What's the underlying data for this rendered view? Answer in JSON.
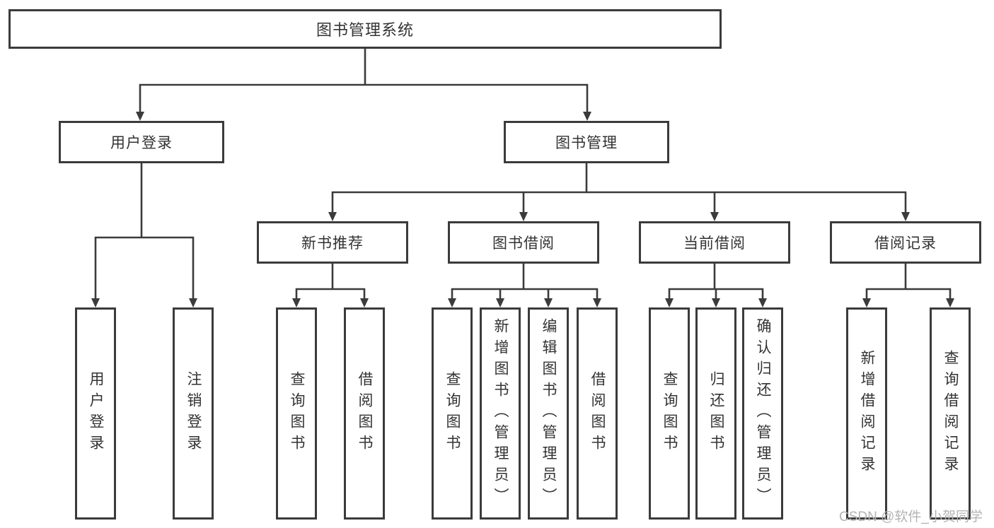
{
  "colors": {
    "line": "#3b3b3b",
    "text": "#333333",
    "watermark": "#b3b3b3"
  },
  "tree": {
    "root": "图书管理系统",
    "branches": [
      {
        "label": "用户登录",
        "children": [
          "用户登录",
          "注销登录"
        ]
      },
      {
        "label": "图书管理",
        "groups": [
          {
            "label": "新书推荐",
            "children": [
              "查询图书",
              "借阅图书"
            ]
          },
          {
            "label": "图书借阅",
            "children": [
              "查询图书",
              "新增图书（管理员）",
              "编辑图书（管理员）",
              "借阅图书"
            ]
          },
          {
            "label": "当前借阅",
            "children": [
              "查询图书",
              "归还图书",
              "确认归还（管理员）"
            ]
          },
          {
            "label": "借阅记录",
            "children": [
              "新增借阅记录",
              "查询借阅记录"
            ]
          }
        ]
      }
    ]
  },
  "watermark": "CSDN @软件_小贺同学"
}
